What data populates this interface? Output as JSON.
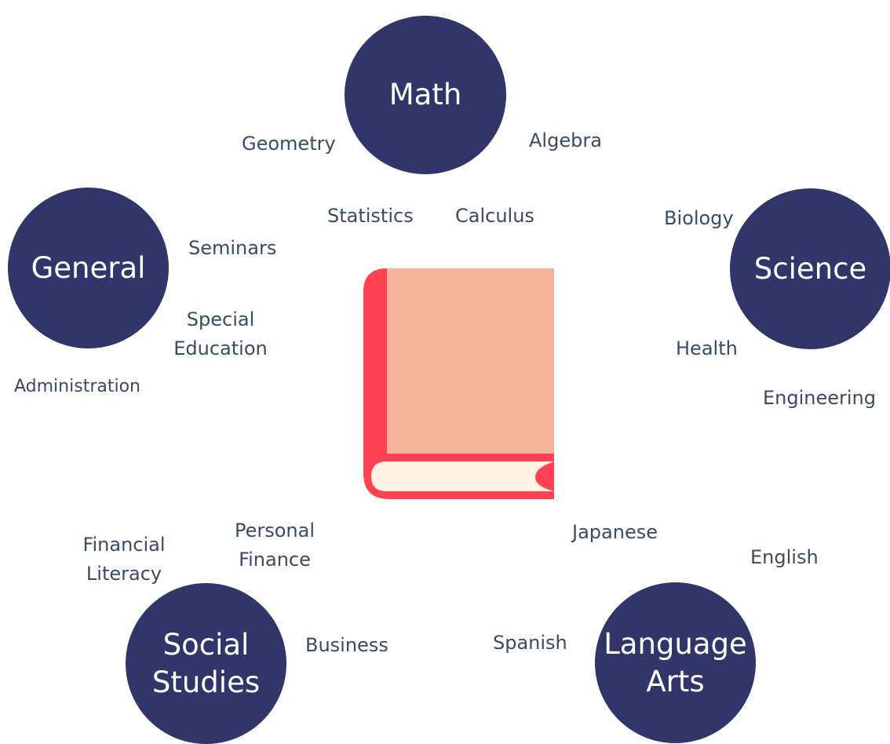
{
  "colors": {
    "hub": "#32356a",
    "topic_text": "#3b4a63",
    "book_cover": "#ff4152",
    "book_page": "#f5b399",
    "book_pages_edge": "#fff3e4",
    "background": "#ffffff"
  },
  "icons": {
    "center": "book-icon"
  },
  "hubs": {
    "math": [
      "Math"
    ],
    "general": [
      "General"
    ],
    "science": [
      "Science"
    ],
    "social_studies": [
      "Social",
      "Studies"
    ],
    "language_arts": [
      "Language",
      "Arts"
    ]
  },
  "topics": {
    "geometry": "Geometry",
    "algebra": "Algebra",
    "statistics": "Statistics",
    "calculus": "Calculus",
    "seminars": "Seminars",
    "special_education": [
      "Special",
      "Education"
    ],
    "administration": "Administration",
    "biology": "Biology",
    "health": "Health",
    "engineering": "Engineering",
    "financial_literacy": [
      "Financial",
      "Literacy"
    ],
    "personal_finance": [
      "Personal",
      "Finance"
    ],
    "business": "Business",
    "japanese": "Japanese",
    "english": "English",
    "spanish": "Spanish"
  }
}
